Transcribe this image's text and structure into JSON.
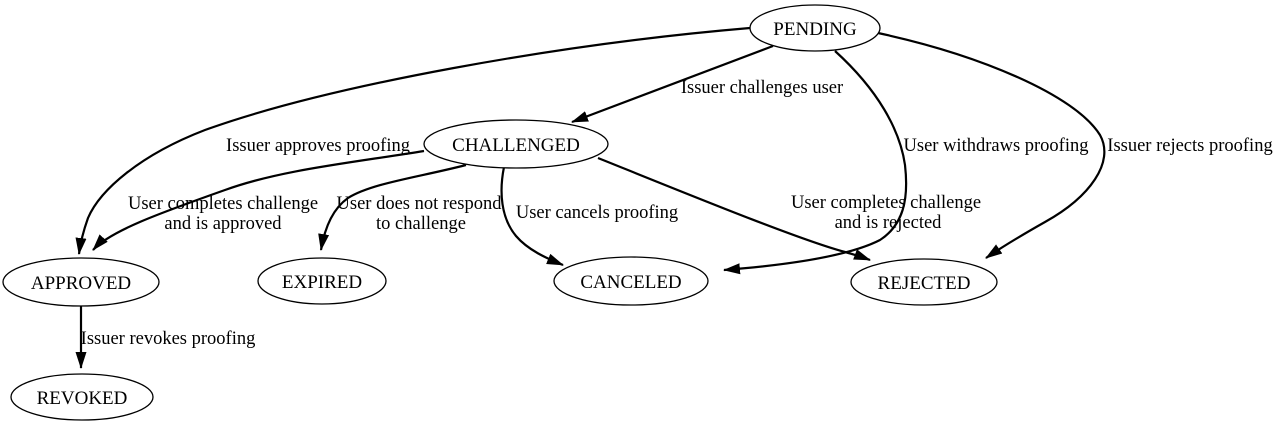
{
  "diagram": {
    "kind": "state-machine",
    "background_color": "#ffffff",
    "stroke_color": "#000000"
  },
  "nodes": {
    "pending": {
      "label": "PENDING"
    },
    "challenged": {
      "label": "CHALLENGED"
    },
    "approved": {
      "label": "APPROVED"
    },
    "expired": {
      "label": "EXPIRED"
    },
    "canceled": {
      "label": "CANCELED"
    },
    "rejected": {
      "label": "REJECTED"
    },
    "revoked": {
      "label": "REVOKED"
    }
  },
  "edges": {
    "pending_challenged": {
      "from": "PENDING",
      "to": "CHALLENGED",
      "label": "Issuer challenges user"
    },
    "pending_approved": {
      "from": "PENDING",
      "to": "APPROVED",
      "label": "Issuer approves proofing"
    },
    "pending_canceled": {
      "from": "PENDING",
      "to": "CANCELED",
      "label": "User withdraws proofing"
    },
    "pending_rejected": {
      "from": "PENDING",
      "to": "REJECTED",
      "label": "Issuer rejects proofing"
    },
    "challenged_approved": {
      "from": "CHALLENGED",
      "to": "APPROVED",
      "label_line1": "User completes challenge",
      "label_line2": "and is approved"
    },
    "challenged_expired": {
      "from": "CHALLENGED",
      "to": "EXPIRED",
      "label_line1": "User does not respond",
      "label_line2": "to challenge"
    },
    "challenged_canceled": {
      "from": "CHALLENGED",
      "to": "CANCELED",
      "label": "User cancels proofing"
    },
    "challenged_rejected": {
      "from": "CHALLENGED",
      "to": "REJECTED",
      "label_line1": "User completes challenge",
      "label_line2": "and is rejected"
    },
    "approved_revoked": {
      "from": "APPROVED",
      "to": "REVOKED",
      "label": "Issuer revokes proofing"
    }
  }
}
